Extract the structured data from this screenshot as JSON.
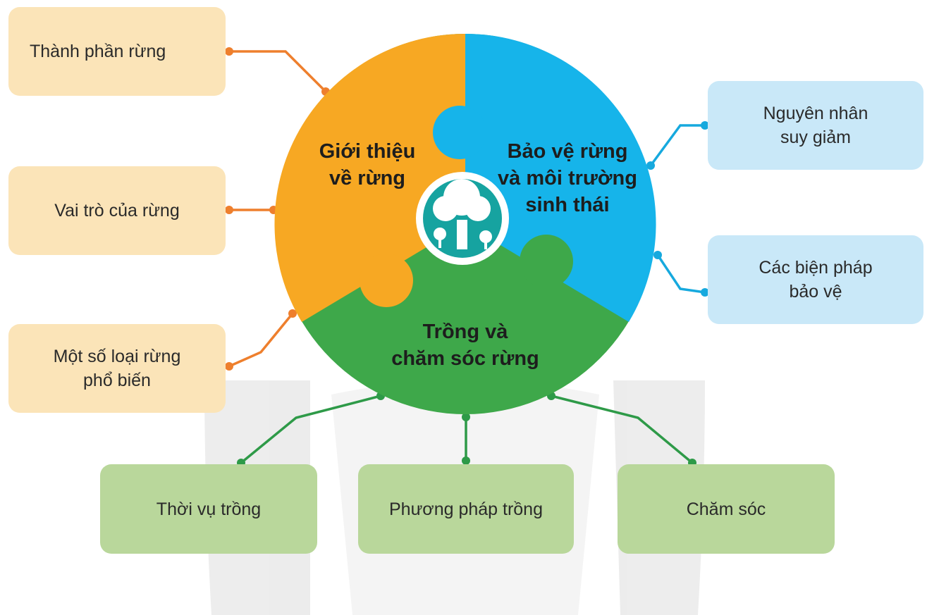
{
  "center": {
    "icon": "tree-icon",
    "segments": {
      "orange": "Giới thiệu\nvề rừng",
      "blue": "Bảo vệ rừng\nvà môi trường\nsinh thái",
      "green": "Trồng và\nchăm sóc rừng"
    }
  },
  "branches": {
    "orange": [
      "Thành phần rừng",
      "Vai trò của rừng",
      "Một số loại rừng\nphổ biến"
    ],
    "blue": [
      "Nguyên nhân\nsuy giảm",
      "Các biện pháp\nbảo vệ"
    ],
    "green": [
      "Thời vụ trồng",
      "Phương pháp trồng",
      "Chăm sóc"
    ]
  },
  "colors": {
    "orange": "#f7a823",
    "blue": "#16b4ea",
    "green": "#3ea84a",
    "connector_orange": "#ee7f2d",
    "connector_blue": "#16a9de",
    "connector_green": "#2e9a48",
    "center_ring": "#16a3a0"
  }
}
